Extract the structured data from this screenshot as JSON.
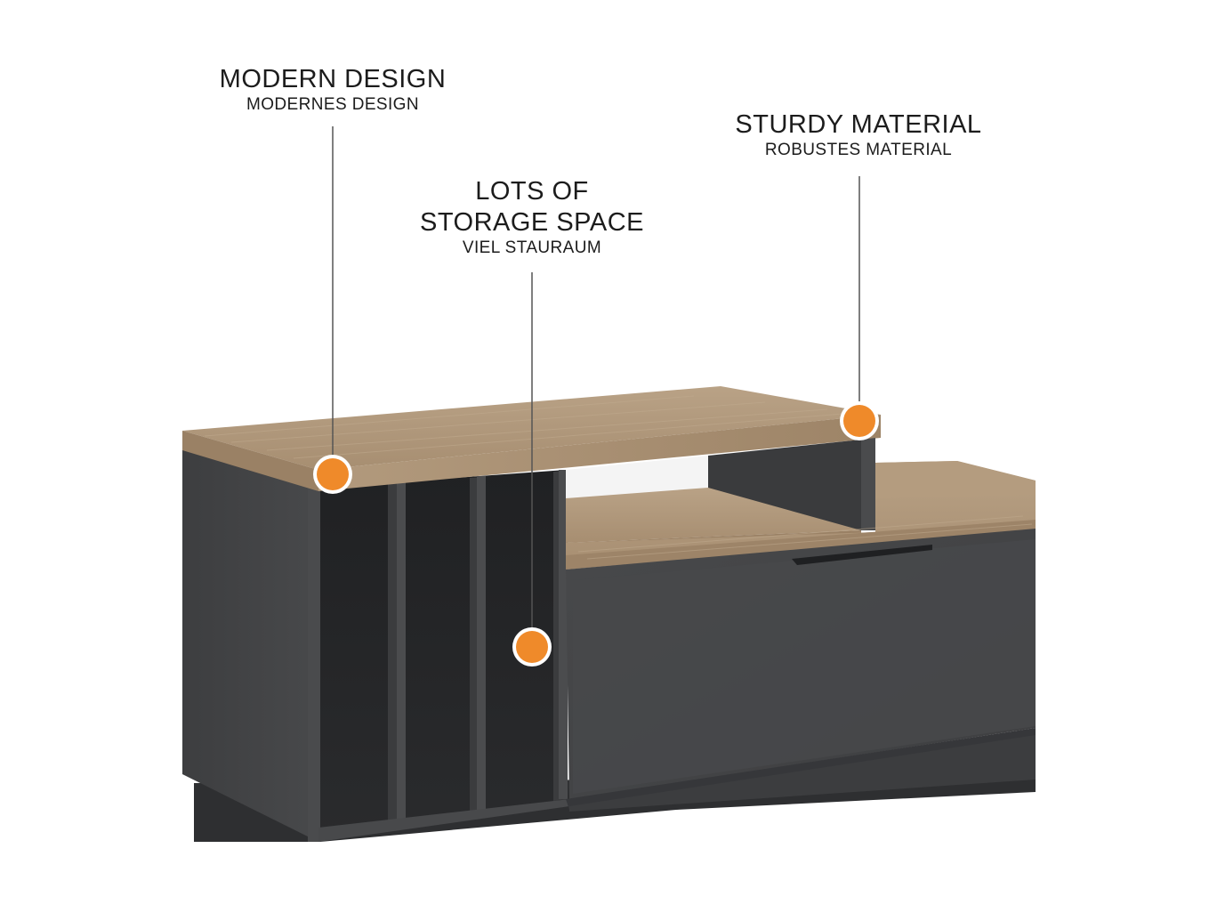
{
  "callouts": {
    "modern_design": {
      "title": "MODERN DESIGN",
      "subtitle": "MODERNES DESIGN"
    },
    "storage_space": {
      "title_line1": "LOTS OF",
      "title_line2": "STORAGE SPACE",
      "subtitle": "VIEL STAURAUM"
    },
    "sturdy_material": {
      "title": "STURDY MATERIAL",
      "subtitle": "ROBUSTES MATERIAL"
    }
  },
  "colors": {
    "marker": "#ef8a2a",
    "carcass": "#3f4042",
    "wood": "#a38a6d",
    "text": "#1c1c1c"
  }
}
